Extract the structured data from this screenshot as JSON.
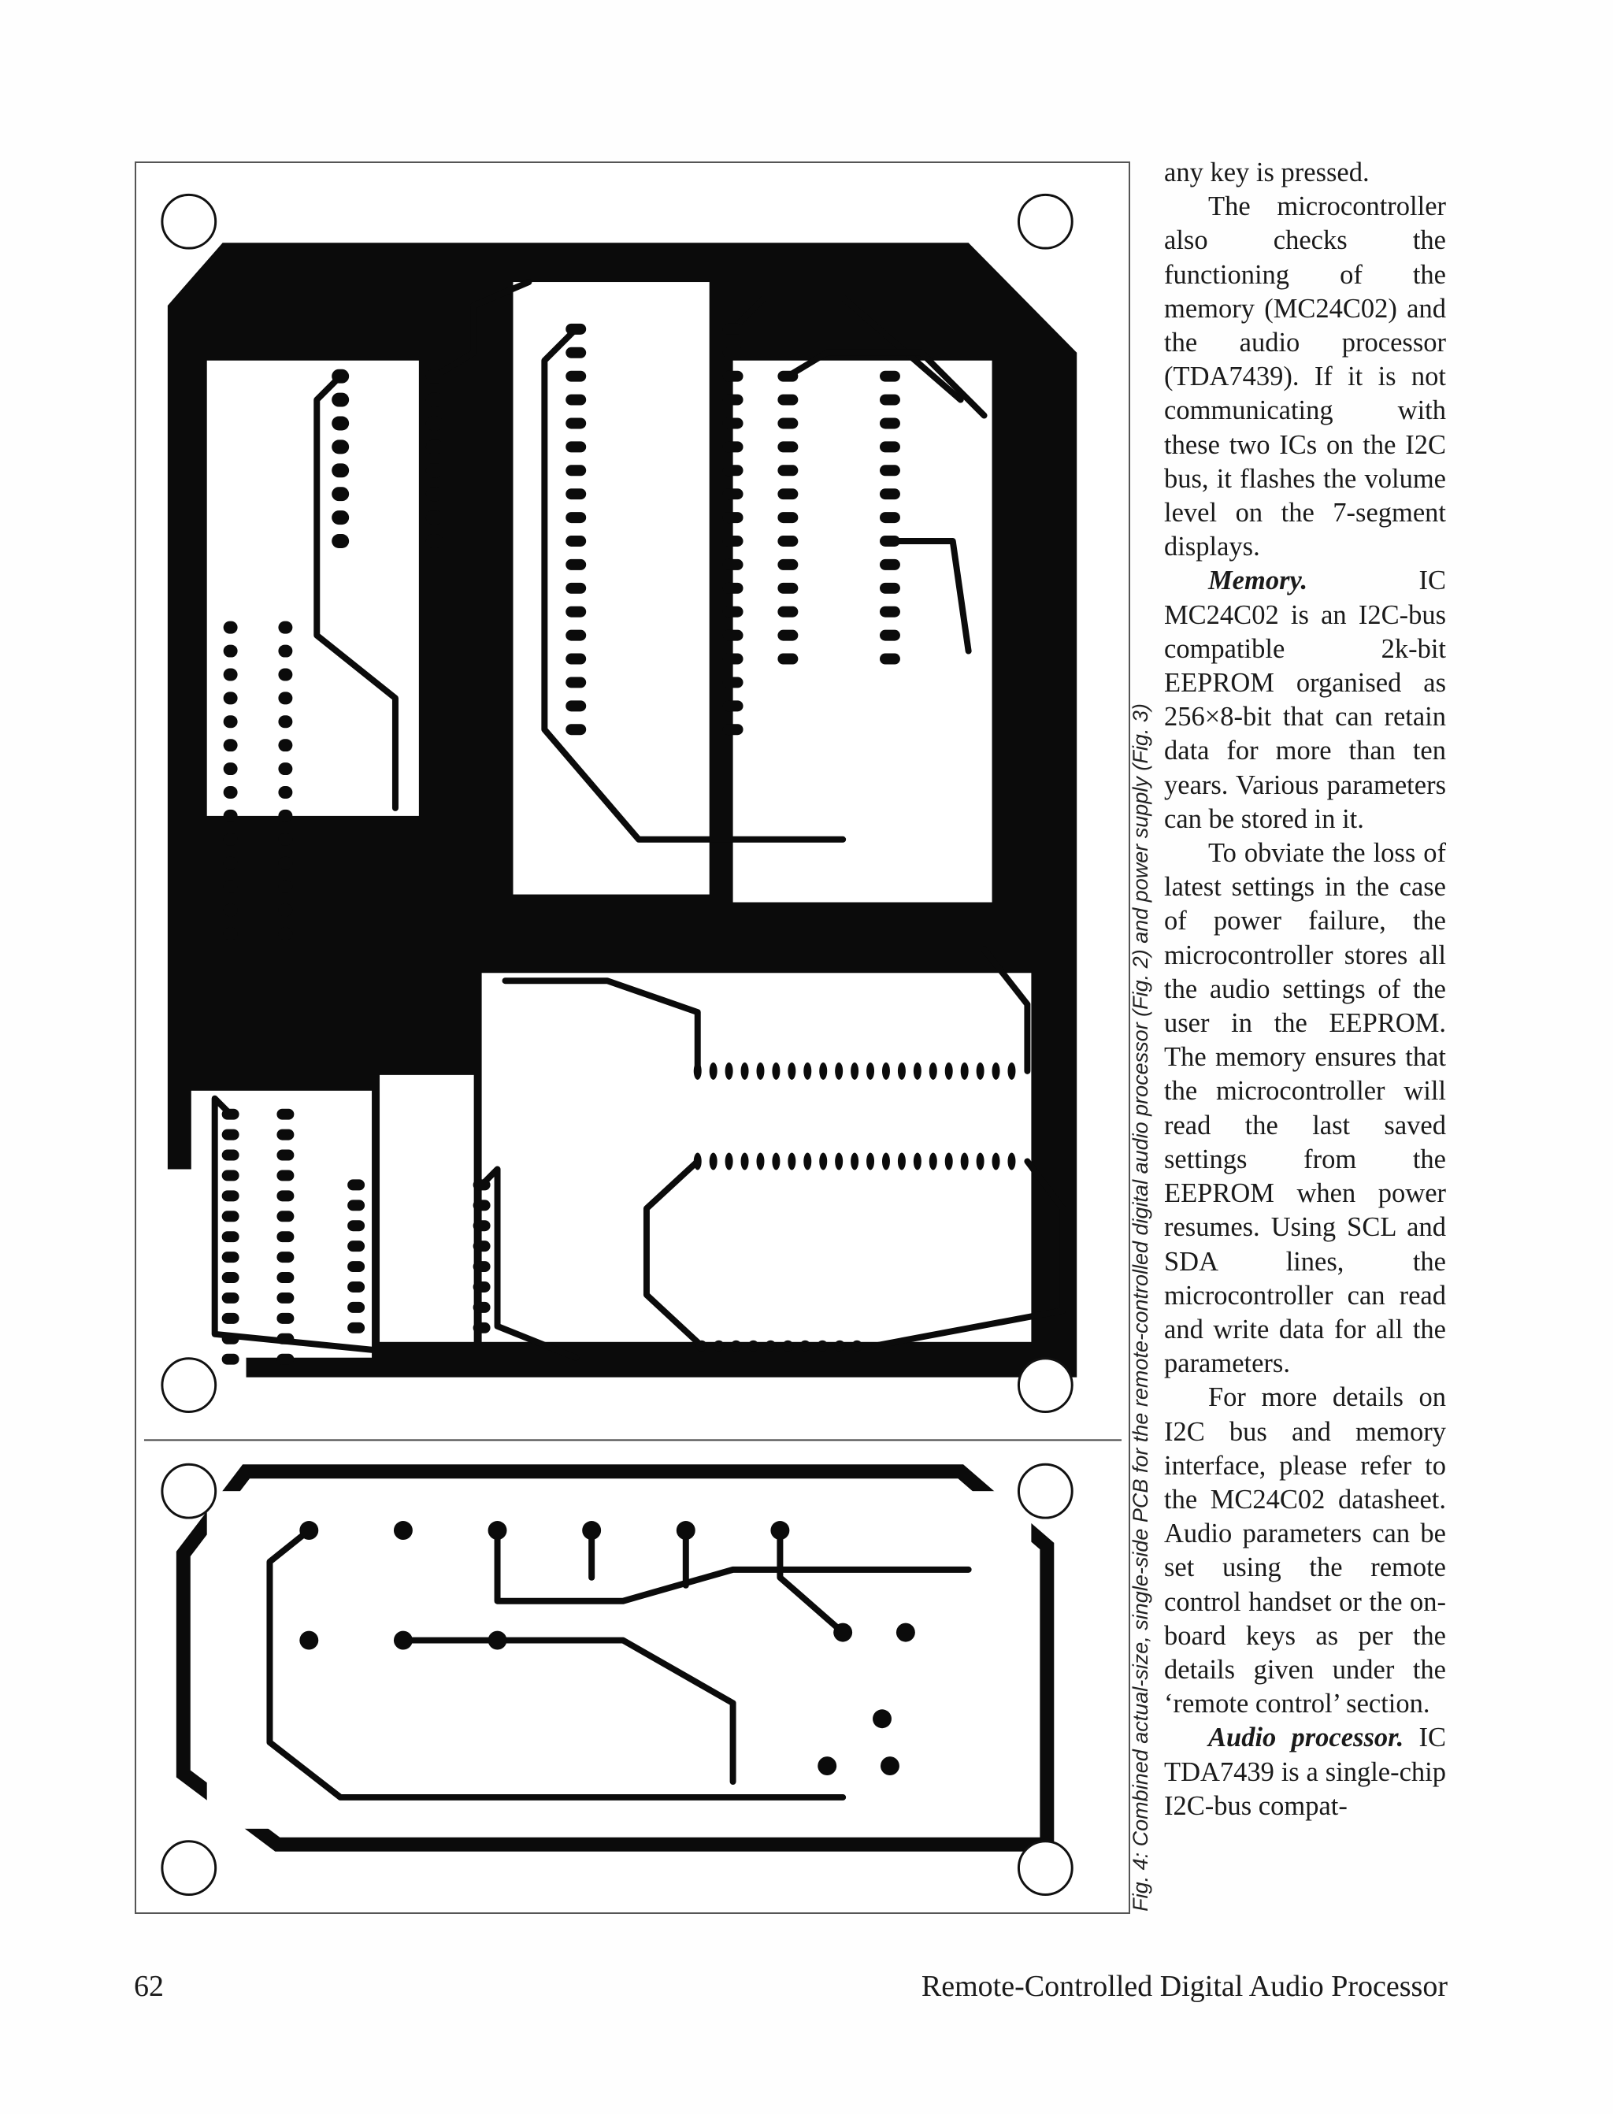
{
  "figure": {
    "caption": "Fig. 4: Combined actual-size, single-side PCB for the remote-controlled digital audio processor (Fig. 2) and power supply (Fig. 3)",
    "ink_color": "#0b0b0b",
    "paper_color": "#ffffff"
  },
  "body": {
    "p1": "any key is pressed.",
    "p2": "The microcontroller also checks the functioning of the memory (MC24C02) and the audio processor (TDA7439). If it is not communicating with these two ICs on the I2C bus, it flashes the volume level on the 7-segment displays.",
    "p3_lead": "Memory.",
    "p3": " IC MC24C02 is an I2C-bus compatible 2k-bit EEPROM organised as 256×8-bit that can retain data for more than ten years. Various parameters can be stored in it.",
    "p4": "To obviate the loss of latest settings in the case of power failure, the microcontroller stores all the audio settings of the user in the EEPROM. The memory ensures that the microcontroller will read the last saved settings from the EEPROM when power resumes. Using SCL and SDA lines, the microcontroller can read and write data for all the parameters.",
    "p5": "For more details on I2C bus and memory interface, please refer to the MC24C02 datasheet. Audio parameters can be set using the remote control handset or the on-board keys as per the details given under the ‘remote control’ section.",
    "p6_lead": "Audio processor.",
    "p6": " IC TDA7439 is a single-chip I2C-bus compat-"
  },
  "footer": {
    "page_number": "62",
    "running_title": "Remote-Controlled Digital Audio Processor"
  }
}
